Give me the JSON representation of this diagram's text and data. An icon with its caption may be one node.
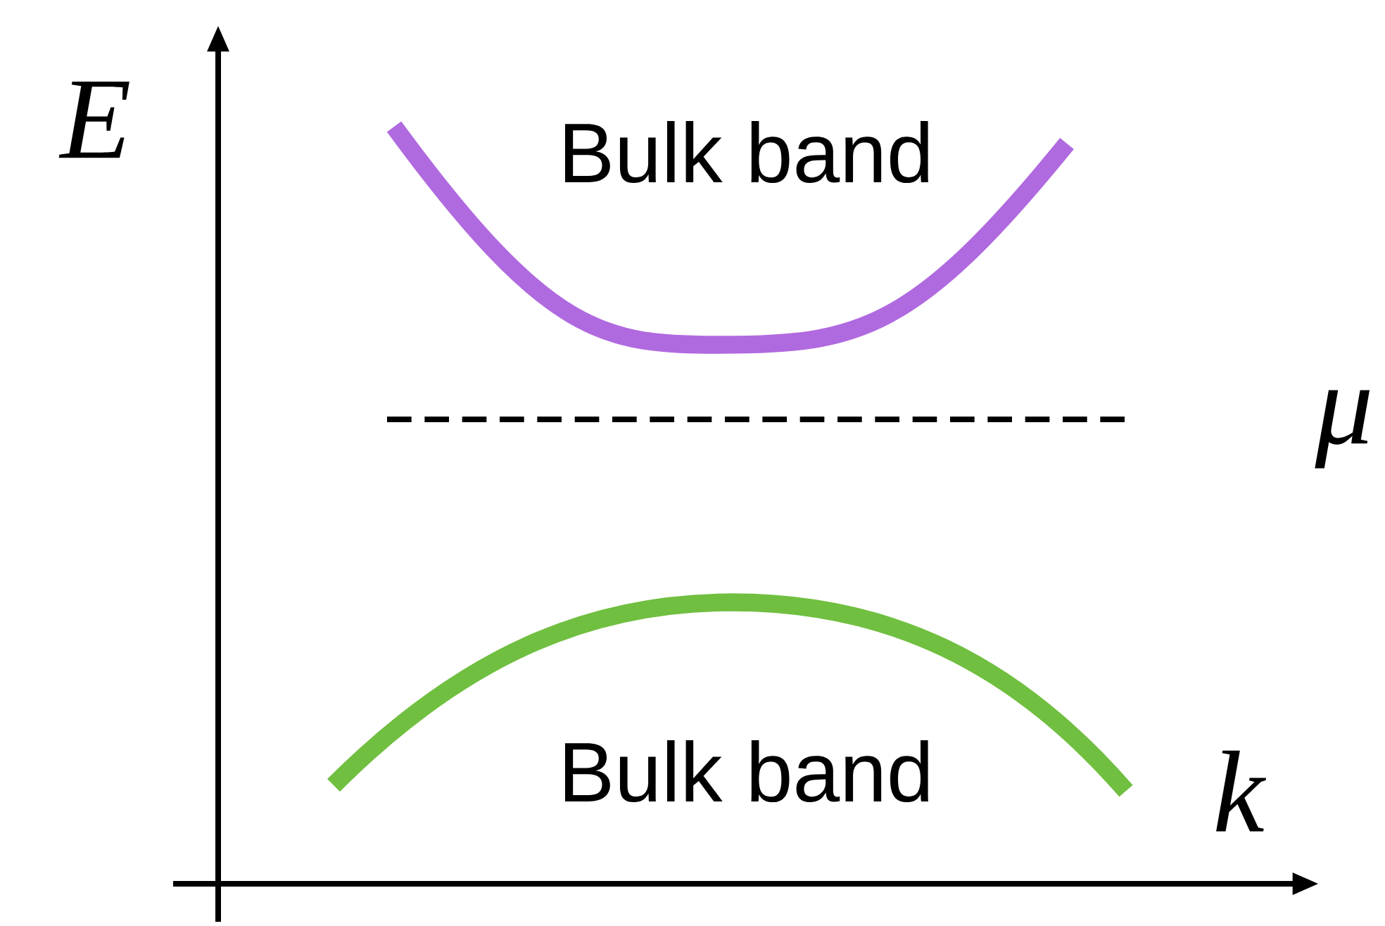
{
  "diagram": {
    "labels": [
      "E",
      "Bulk band",
      "μ",
      "Bulk band",
      "k"
    ]
  }
}
